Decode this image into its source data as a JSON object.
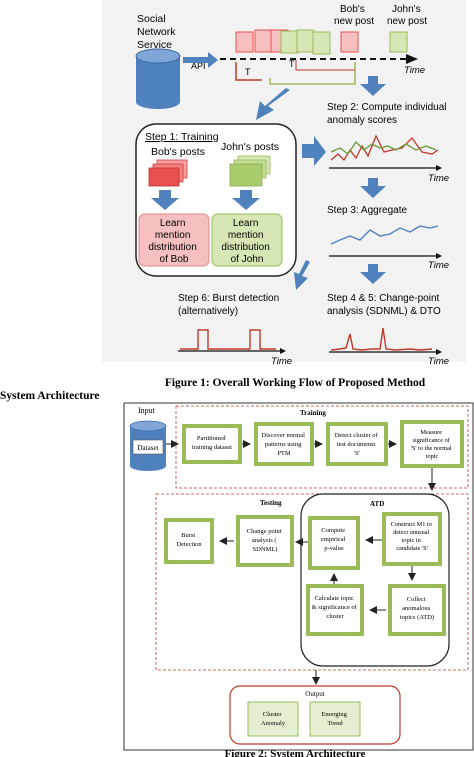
{
  "figure1": {
    "sns_label": [
      "Social",
      "Network",
      "Service"
    ],
    "api_label": "API",
    "time_label": "Time",
    "t_label": "T",
    "bobs_new_post": [
      "Bob's",
      "new post"
    ],
    "johns_new_post": [
      "John's",
      "new post"
    ],
    "step1_title": "Step 1: Training",
    "bobs_posts": "Bob's posts",
    "johns_posts": "John's posts",
    "learn_bob": [
      "Learn",
      "mention",
      "distribution",
      "of Bob"
    ],
    "learn_john": [
      "Learn",
      "mention",
      "distribution",
      "of John"
    ],
    "step2": [
      "Step 2: Compute individual",
      "anomaly scores"
    ],
    "step3": "Step 3: Aggregate",
    "step45": [
      "Step 4 & 5: Change-point",
      "analysis (SDNML) & DTO"
    ],
    "step6": [
      "Step 6: Burst detection",
      "(alternatively)"
    ],
    "caption": "Figure 1: Overall Working Flow of Proposed Method",
    "colors": {
      "blue": "#4f81bd",
      "green": "#9bbb59",
      "red": "#e8504f",
      "pink": "#f6c0c0"
    }
  },
  "side_heading": "System Architecture",
  "figure2": {
    "input": "Input",
    "dataset": "Dataset",
    "training": "Training",
    "partitioned": [
      "Partitioned",
      "training dataset"
    ],
    "discover": [
      "Discover normal",
      "patterns using",
      "PTM"
    ],
    "detect_cluster": [
      "Detect cluster of",
      "test documents",
      "'S'"
    ],
    "measure": [
      "Measure",
      "significance of",
      "'S' to the normal",
      "topic"
    ],
    "testing": "Testing",
    "atd": "ATD",
    "burst": [
      "Burst",
      "Detection"
    ],
    "change_point": [
      "Change point",
      "analysis (",
      "SDNML)"
    ],
    "compute_emp": [
      "Compute",
      "empirical",
      "p-value"
    ],
    "construct_m1": [
      "Construct M1 to",
      "detect unusual",
      "topic in",
      "candidate 'S'"
    ],
    "calc_topic": [
      "Calculate topic",
      "& significance of",
      "cluster"
    ],
    "collect": [
      "Collect",
      "anomalous",
      "topics (ATD)"
    ],
    "output": "Output",
    "cluster_anomaly": [
      "Cluster",
      "Anomaly"
    ],
    "emerging_trend": [
      "Emerging",
      "Trend"
    ],
    "caption": "Figure 2: System Architecture"
  }
}
